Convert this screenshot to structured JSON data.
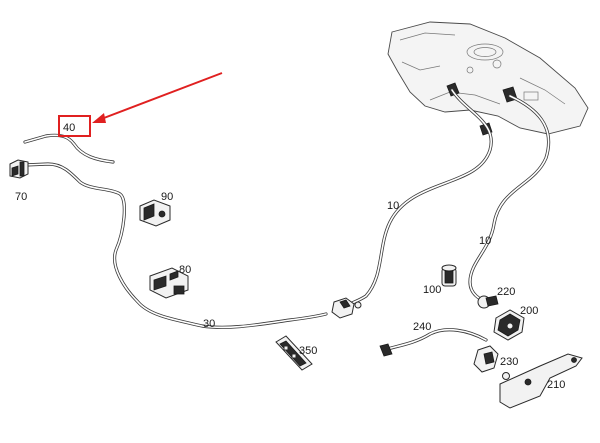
{
  "labels": {
    "p10a": "10",
    "p10b": "10",
    "p30": "30",
    "p40": "40",
    "p70": "70",
    "p80": "80",
    "p90": "90",
    "p100": "100",
    "p200": "200",
    "p210": "210",
    "p220": "220",
    "p230": "230",
    "p240": "240",
    "p350": "350"
  },
  "highlight": {
    "target": "40",
    "color": "#e02020"
  }
}
